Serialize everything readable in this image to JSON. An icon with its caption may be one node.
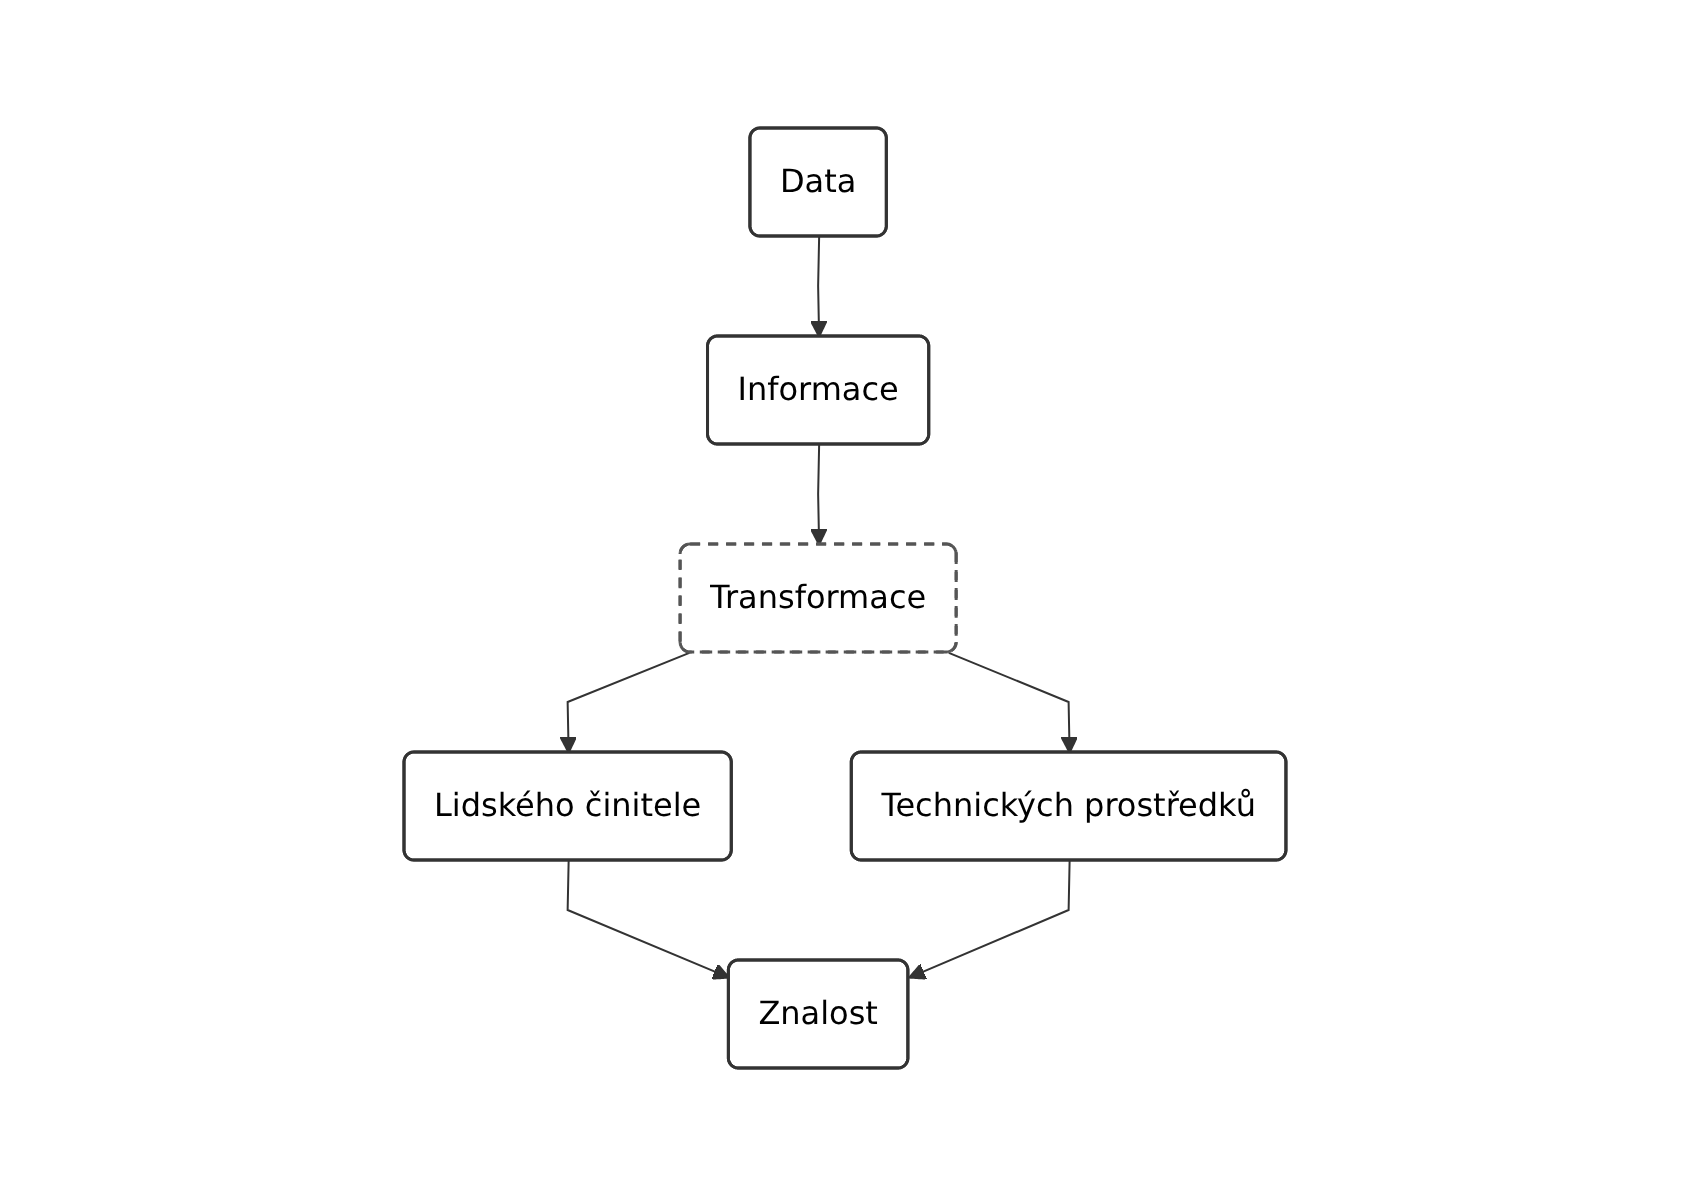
{
  "diagram": {
    "nodes": [
      {
        "text": [
          "Data"
        ]
      },
      {
        "text": [
          "Informace"
        ]
      },
      {
        "text": [
          "Transformace"
        ]
      },
      {
        "text": [
          "Lidského činitele"
        ]
      },
      {
        "text": [
          "Technických prostředků"
        ]
      },
      {
        "text": [
          "Znalost"
        ]
      }
    ],
    "edges": [
      {
        "from": 0,
        "to": 1,
        "arrow": "to"
      },
      {
        "from": 1,
        "to": 2,
        "arrow": "to"
      },
      {
        "from": 2,
        "to": 3,
        "arrow": "to"
      },
      {
        "from": 2,
        "to": 4,
        "arrow": "to"
      },
      {
        "from": 3,
        "to": 5,
        "arrow": "to"
      },
      {
        "from": 4,
        "to": 5,
        "arrow": "to"
      }
    ]
  }
}
